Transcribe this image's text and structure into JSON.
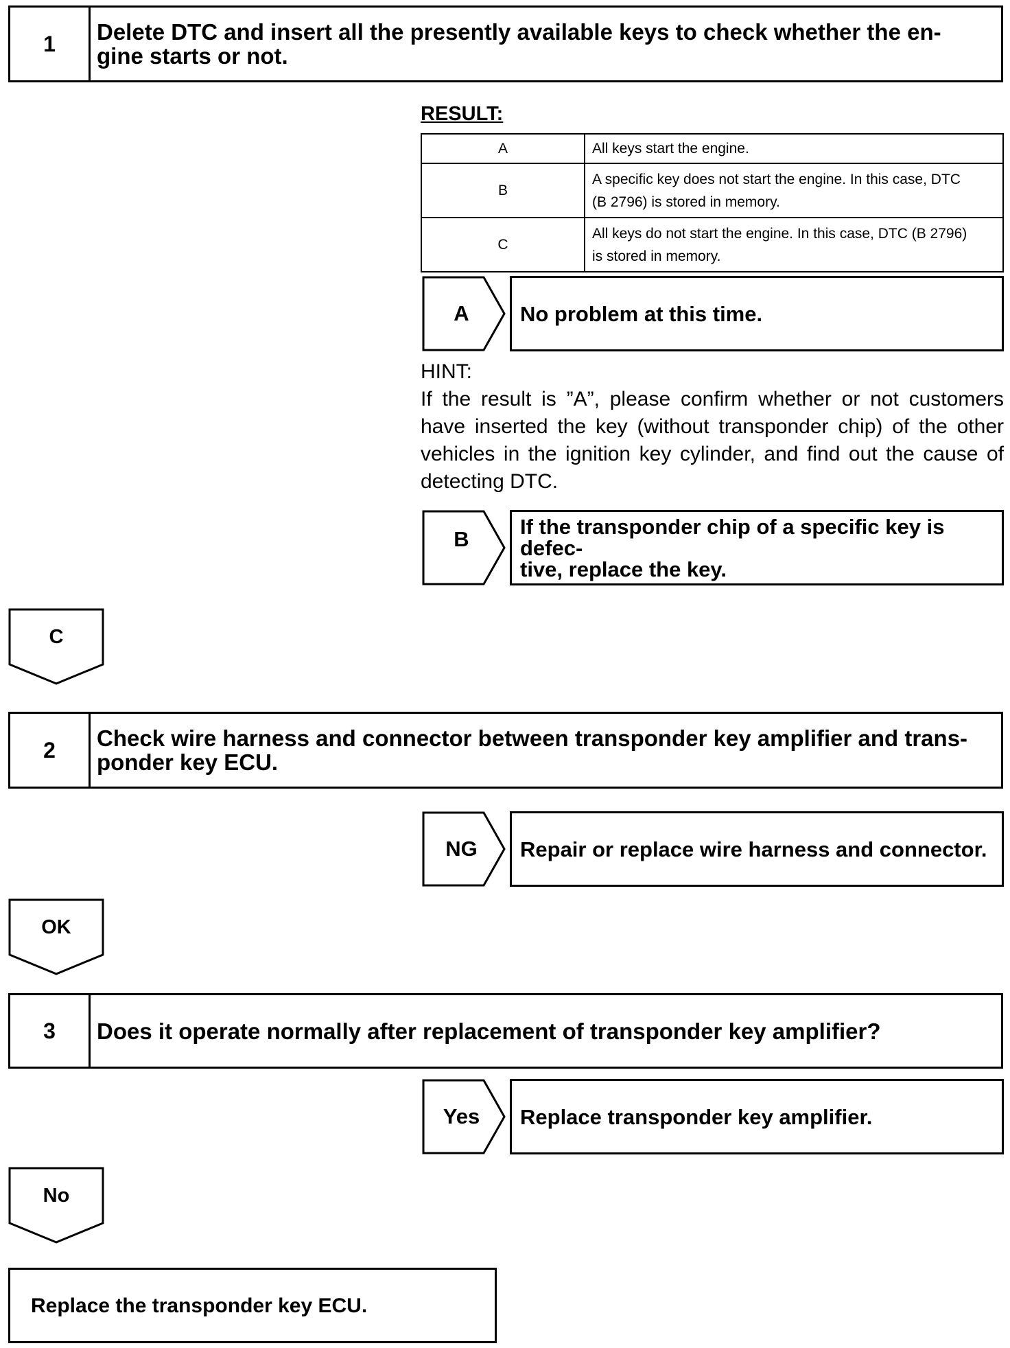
{
  "step1": {
    "number": "1",
    "title_line1": "Delete DTC and insert all the presently available keys to check whether the en-",
    "title_line2": "gine starts or not."
  },
  "result_heading": "RESULT:",
  "result_table": [
    {
      "key": "A",
      "line1": "All keys start the engine.",
      "line2": ""
    },
    {
      "key": "B",
      "line1": "A specific key does not start the engine. In this case, DTC",
      "line2": "(B 2796) is stored in memory."
    },
    {
      "key": "C",
      "line1": "All keys do not start the engine. In this case, DTC (B 2796)",
      "line2": "is stored in memory."
    }
  ],
  "branch_a": {
    "label": "A",
    "text": "No problem at this time."
  },
  "hint": {
    "heading": "HINT:",
    "line1": "If the result is ”A”, please confirm whether or not customers",
    "line2": "have inserted the key (without transponder chip) of the other",
    "line3": "vehicles in the ignition key cylinder, and find out the cause of",
    "line4": "detecting DTC."
  },
  "branch_b": {
    "label": "B",
    "line1": "If the transponder chip of a specific key is defec-",
    "line2": "tive, replace the key."
  },
  "down_c": "C",
  "step2": {
    "number": "2",
    "title_line1": "Check wire harness and connector between transponder key amplifier and trans-",
    "title_line2": "ponder key ECU."
  },
  "branch_ng": {
    "label": "NG",
    "text": "Repair or replace wire harness and connector."
  },
  "down_ok": "OK",
  "step3": {
    "number": "3",
    "title": "Does it operate normally after replacement of transponder key amplifier?"
  },
  "branch_yes": {
    "label": "Yes",
    "text": "Replace transponder key amplifier."
  },
  "down_no": "No",
  "final_action": "Replace the transponder key ECU."
}
